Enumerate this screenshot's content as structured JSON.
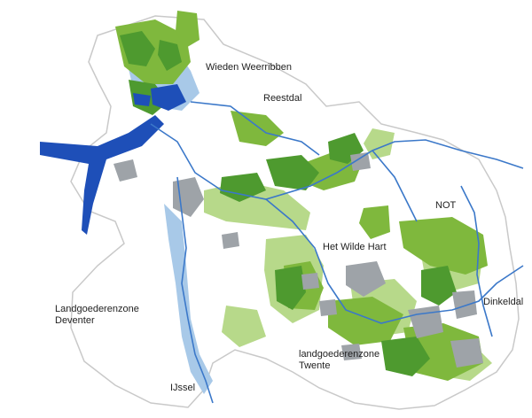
{
  "map": {
    "labels": {
      "wieden_weerribben": "Wieden Weerribben",
      "reestdal": "Reestdal",
      "not": "NOT",
      "het_wilde_hart": "Het Wilde Hart",
      "dinkeldal": "Dinkeldal",
      "landgoederenzone_deventer": [
        "Landgoederenzone",
        "Deventer"
      ],
      "landgoederenzone_twente": [
        "landgoederenzone",
        "Twente"
      ],
      "ijssel": "IJssel"
    },
    "colors": {
      "background": "#ffffff",
      "province_fill": "#ffffff",
      "province_border": "#c9c9c9",
      "nature_dark": "#4e9a2f",
      "nature_medium": "#7fb83d",
      "nature_light": "#b7d98a",
      "urban": "#9ea3a8",
      "water": "#1e4fb8",
      "water_light": "#a8c9e8",
      "river": "#3b78c9"
    }
  }
}
